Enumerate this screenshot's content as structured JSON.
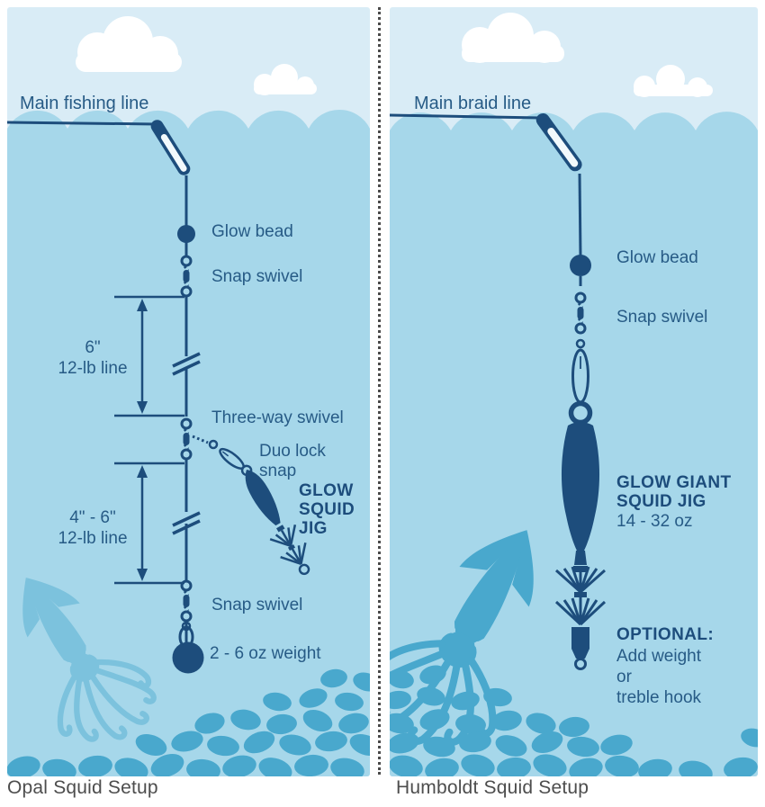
{
  "colors": {
    "sky": "#d9ecf6",
    "water": "#a6d7ea",
    "navy": "#1d4d7c",
    "label_text": "#275b86",
    "squid_light": "#7cc2dd",
    "squid_teal": "#49a8cd",
    "rocks": "#49a8cd",
    "caption_text": "#4d4d4d"
  },
  "left_panel": {
    "caption": "Opal Squid Setup",
    "labels": {
      "main_line": "Main fishing line",
      "glow_bead": "Glow bead",
      "snap_swivel_1": "Snap swivel",
      "leader_1_length": "6\"",
      "leader_1_line": "12-lb line",
      "three_way_swivel": "Three-way swivel",
      "duo_lock_line1": "Duo lock",
      "duo_lock_line2": "snap",
      "jig_line1": "GLOW",
      "jig_line2": "SQUID",
      "jig_line3": "JIG",
      "leader_2_length": "4\" - 6\"",
      "leader_2_line": "12-lb line",
      "snap_swivel_2": "Snap swivel",
      "weight": "2 - 6 oz weight"
    }
  },
  "right_panel": {
    "caption": "Humboldt Squid Setup",
    "labels": {
      "main_line": "Main braid line",
      "glow_bead": "Glow bead",
      "snap_swivel": "Snap swivel",
      "jig_line1": "GLOW GIANT",
      "jig_line2": "SQUID JIG",
      "jig_size": "14 - 32 oz",
      "optional_heading": "OPTIONAL:",
      "optional_line1": "Add weight",
      "optional_line2": "or",
      "optional_line3": "treble hook"
    }
  }
}
